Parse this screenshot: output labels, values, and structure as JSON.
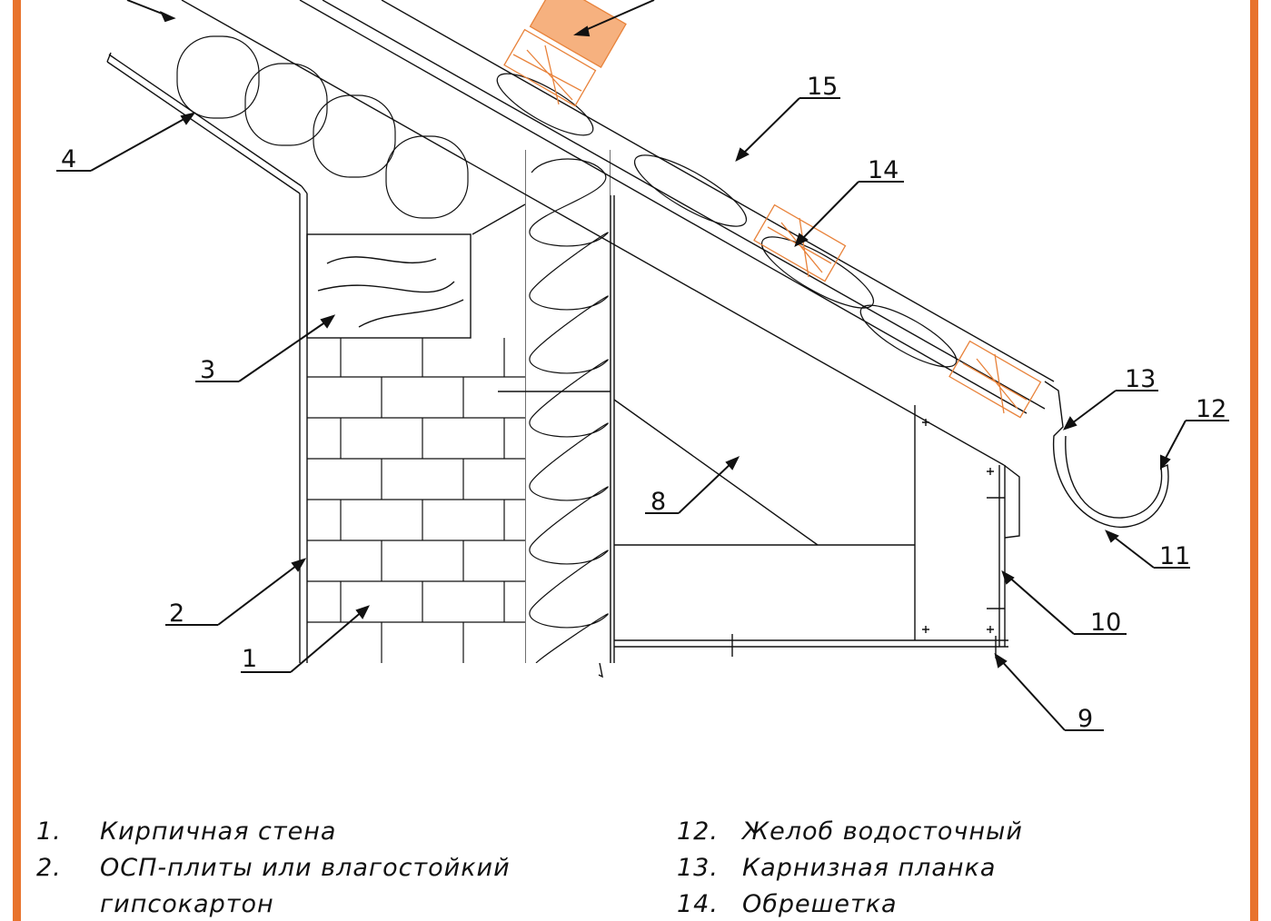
{
  "callouts": [
    "1",
    "2",
    "3",
    "4",
    "8",
    "9",
    "10",
    "11",
    "12",
    "13",
    "14",
    "15"
  ],
  "legend": {
    "left": [
      {
        "num": "1.",
        "text": "Кирпичная стена"
      },
      {
        "num": "2.",
        "text": "ОСП-плиты или влагостойкий"
      },
      {
        "num": "",
        "text": "гипсокартон"
      }
    ],
    "right": [
      {
        "num": "12.",
        "text": "Желоб водосточный"
      },
      {
        "num": "13.",
        "text": "Карнизная планка"
      },
      {
        "num": "14.",
        "text": "Обрешетка"
      }
    ]
  },
  "colors": {
    "frame": "#e8732c",
    "timber": "#e8823a",
    "line": "#111111"
  }
}
